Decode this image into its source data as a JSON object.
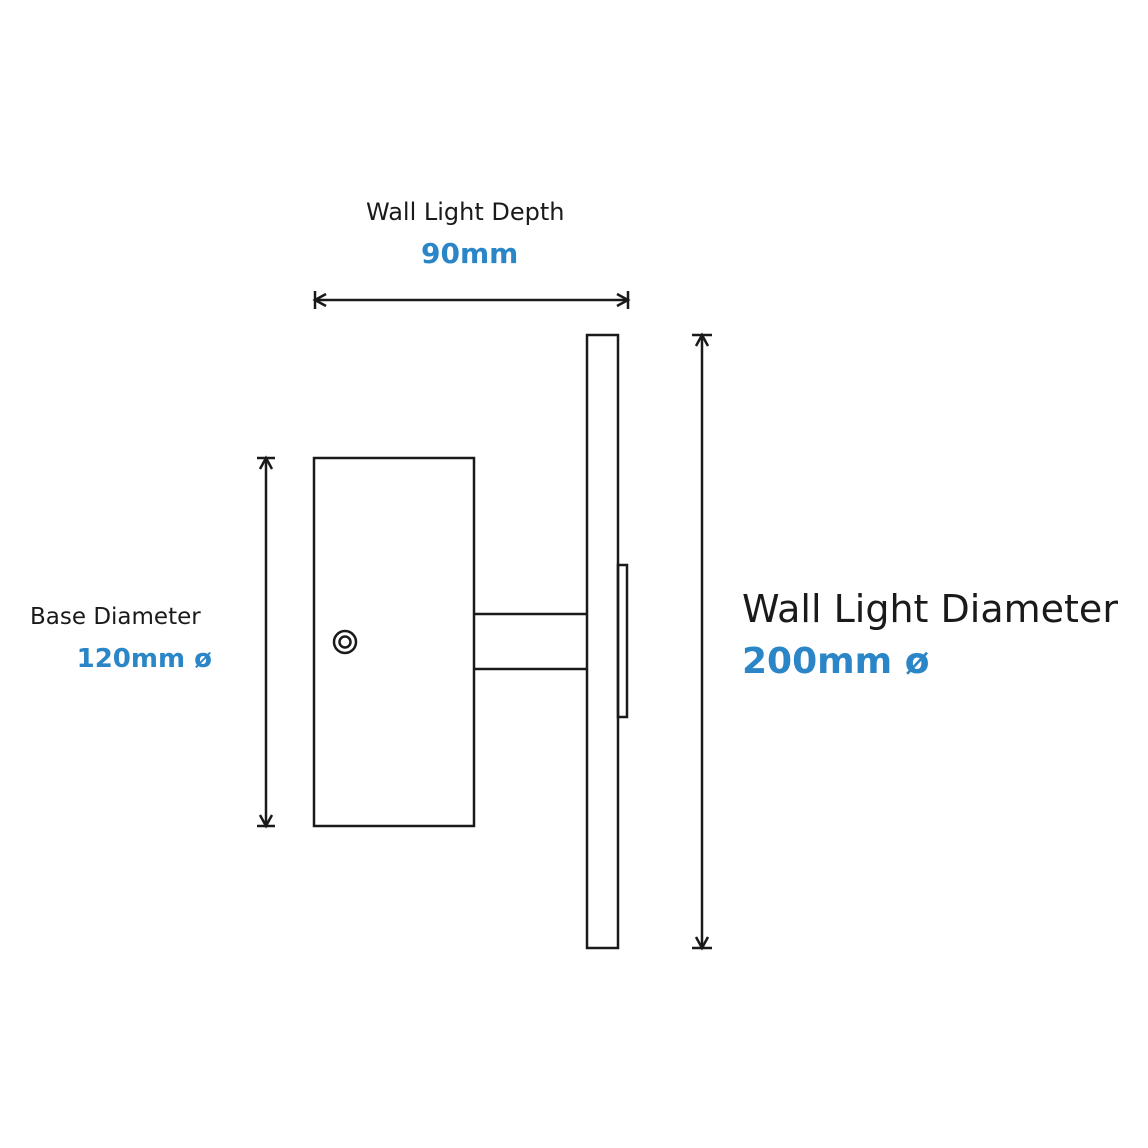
{
  "labels": {
    "depth_title": "Wall Light Depth",
    "depth_value": "90mm",
    "base_title": "Base Diameter",
    "base_value": "120mm ø",
    "diameter_title": "Wall Light Diameter",
    "diameter_value": "200mm ø"
  },
  "colors": {
    "line": "#1a1a1a",
    "text": "#1a1a1a",
    "accent": "#2a86c7",
    "background": "#ffffff"
  }
}
